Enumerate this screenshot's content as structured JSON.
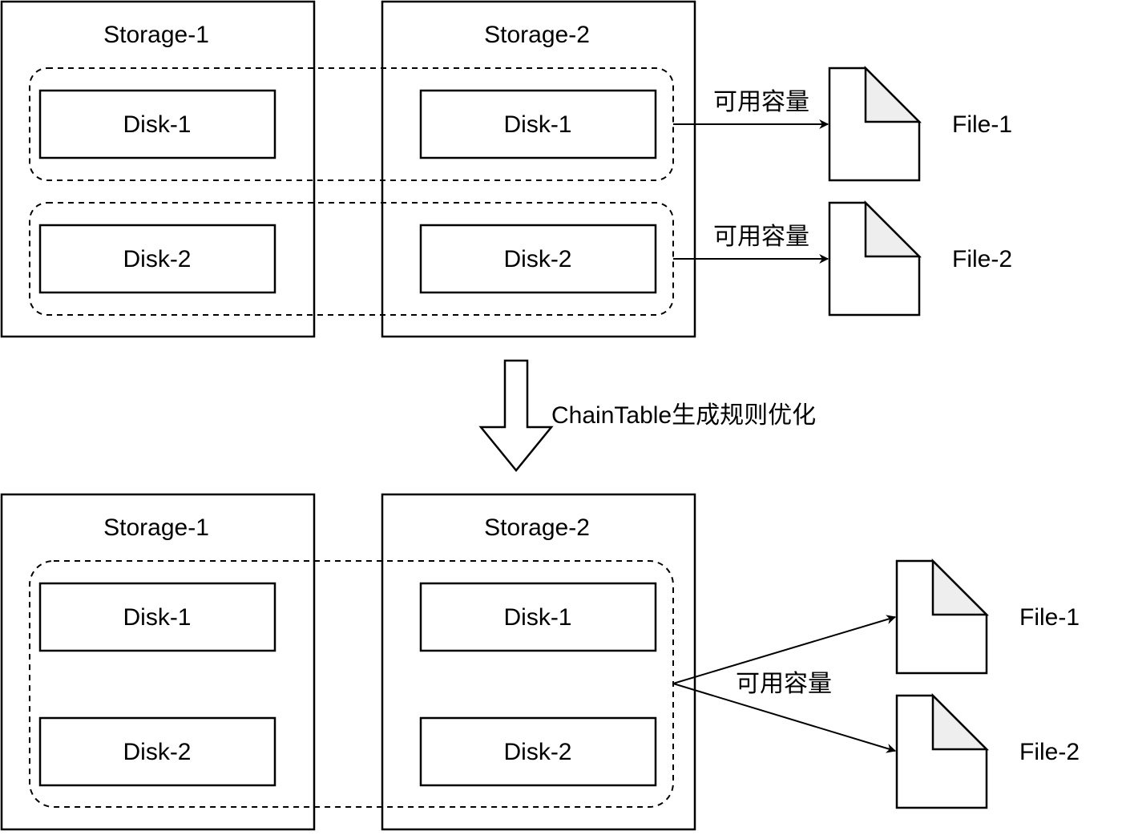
{
  "top": {
    "storage_1": {
      "label": "Storage-1",
      "disks": [
        "Disk-1",
        "Disk-2"
      ]
    },
    "storage_2": {
      "label": "Storage-2",
      "disks": [
        "Disk-1",
        "Disk-2"
      ]
    },
    "arrow_labels": [
      "可用容量",
      "可用容量"
    ],
    "files": [
      "File-1",
      "File-2"
    ]
  },
  "transition": {
    "label": "ChainTable生成规则优化"
  },
  "bottom": {
    "storage_1": {
      "label": "Storage-1",
      "disks": [
        "Disk-1",
        "Disk-2"
      ]
    },
    "storage_2": {
      "label": "Storage-2",
      "disks": [
        "Disk-1",
        "Disk-2"
      ]
    },
    "arrow_label": "可用容量",
    "files": [
      "File-1",
      "File-2"
    ]
  },
  "colors": {
    "stroke": "#000000",
    "file_fold": "#eeeeee",
    "background": "#ffffff"
  }
}
